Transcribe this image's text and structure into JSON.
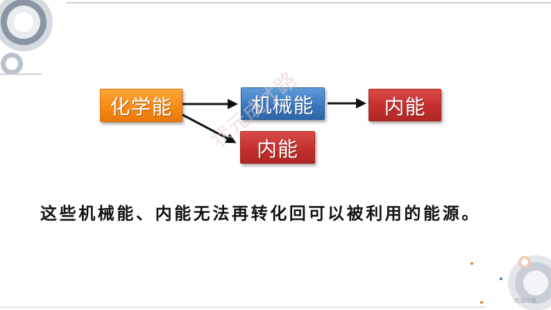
{
  "diagram": {
    "source": "化学能",
    "mechanical": "机械能",
    "internal_top": "内能",
    "internal_bottom": "内能"
  },
  "caption": "这些机械能、内能无法再转化回可以被利用的能源。",
  "watermark": "状元成才路",
  "corner_mark": "元成才路",
  "colors": {
    "source_box": "#f68a12",
    "mechanical_box": "#3a78c0",
    "internal_box": "#c4302d"
  }
}
